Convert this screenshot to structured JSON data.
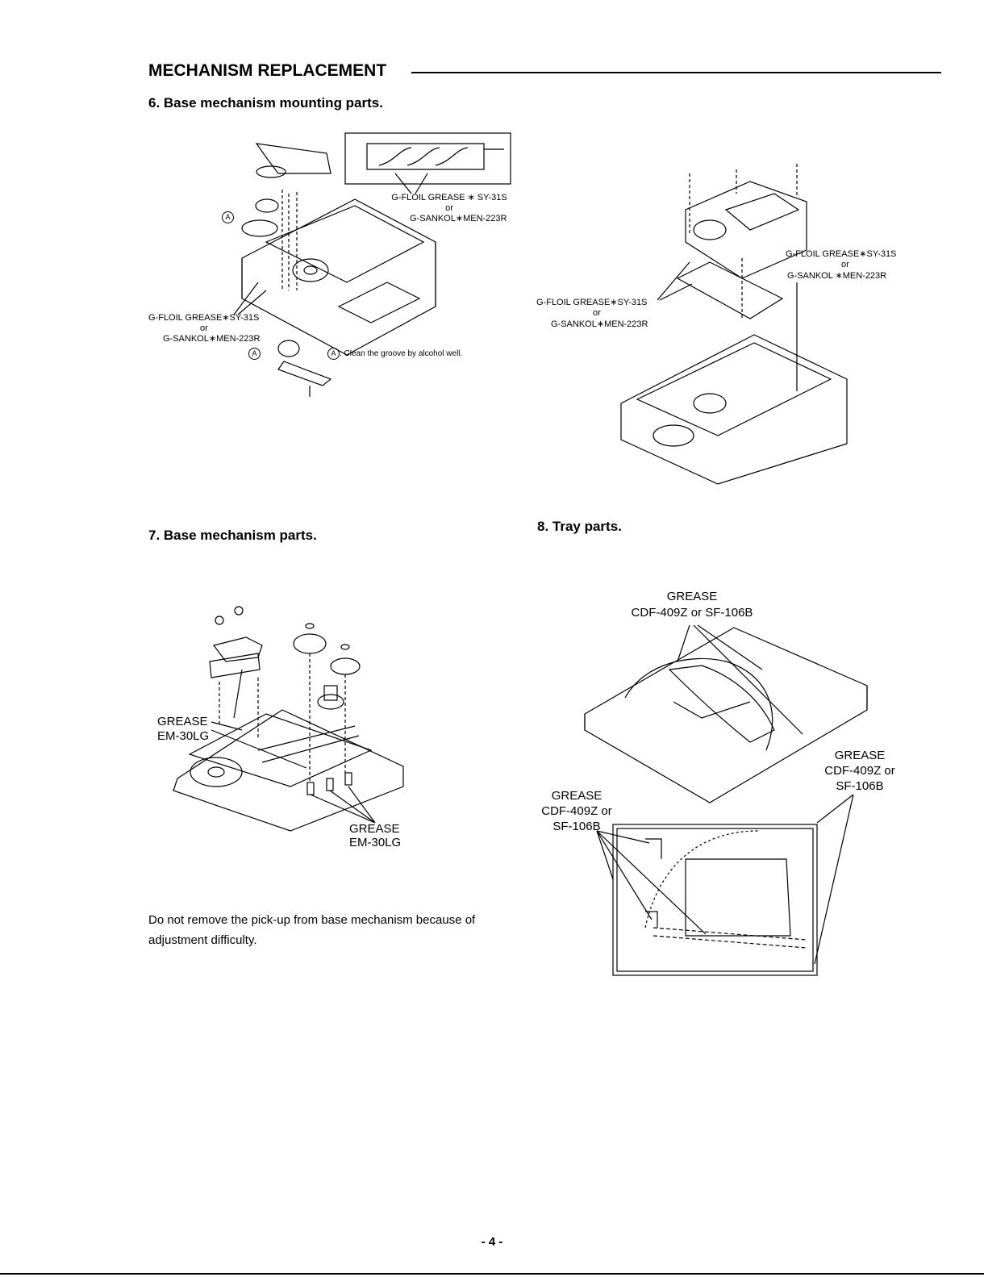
{
  "header": {
    "title": "MECHANISM REPLACEMENT"
  },
  "sections": {
    "s6": {
      "title": "6. Base mechanism mounting parts."
    },
    "s7": {
      "title": "7. Base mechanism parts."
    },
    "s8": {
      "title": "8. Tray parts."
    }
  },
  "fig6": {
    "grease_line1": "G-FLOIL GREASE ∗ SY-31S",
    "or": "or",
    "grease_line2": "G-SANKOL∗MEN-223R",
    "left_line1": "G-FLOIL GREASE∗SY-31S",
    "left_or": "or",
    "left_line2": "G-SANKOL∗MEN-223R",
    "marker_a": "A",
    "clean_note": ": Clean the groove by alcohol well."
  },
  "fig6b": {
    "right_line1": "G-FLOIL GREASE∗SY-31S",
    "right_or": "or",
    "right_line2": "G-SANKOL ∗MEN-223R",
    "left_line1": "G-FLOIL GREASE∗SY-31S",
    "left_or": "or",
    "left_line2": "G-SANKOL∗MEN-223R"
  },
  "fig7": {
    "grease_top": "GREASE",
    "grease_top_code": "EM-30LG",
    "grease_bottom": "GREASE",
    "grease_bottom_code": "EM-30LG"
  },
  "fig8": {
    "top_grease": "GREASE",
    "top_code": "CDF-409Z or SF-106B",
    "right_grease": "GREASE",
    "right_code1": "CDF-409Z or",
    "right_code2": "SF-106B",
    "left_grease": "GREASE",
    "left_code1": "CDF-409Z or",
    "left_code2": "SF-106B"
  },
  "note": {
    "line1": "Do not remove the pick-up from base mechanism because of",
    "line2": "adjustment difficulty."
  },
  "footer": {
    "page": "- 4 -"
  }
}
